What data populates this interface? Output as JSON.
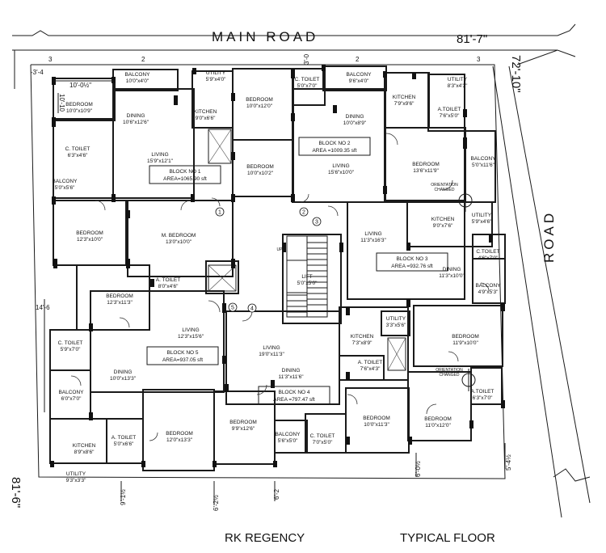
{
  "road_labels": {
    "main_road": "MAIN ROAD",
    "side_road": "ROAD"
  },
  "dimensions": {
    "top": "81'-7\"",
    "right": "72'-10\"",
    "left": "81'-6\"",
    "dim_3_4": "-3'-4",
    "dim_10_0": "10'-0½\"",
    "dim_10_v": "10'-10",
    "dim_14_6": "14'-6",
    "dim_9_1": "9'-1½",
    "dim_6_2a": "6'-2½",
    "dim_6_2b": "6'-2",
    "dim_6_0": "6'-0½",
    "dim_5_4": "5'-4½",
    "dim_3a": "3",
    "dim_2a": "2",
    "dim_3b": "3'-0",
    "dim_2b": "2",
    "dim_3c": "3"
  },
  "rooms": [
    {
      "name": "BALCONY",
      "dim": "10'0\"x4'0\""
    },
    {
      "name": "UTILITY",
      "dim": "5'9\"x4'0\""
    },
    {
      "name": "BEDROOM",
      "dim": "10'0\"x10'9\""
    },
    {
      "name": "DINING",
      "dim": "10'6\"x12'6\""
    },
    {
      "name": "KITCHEN",
      "dim": "9'0\"x6'6\""
    },
    {
      "name": "BEDROOM",
      "dim": "10'0\"x12'0\""
    },
    {
      "name": "C. TOILET",
      "dim": "5'0\"x7'0\""
    },
    {
      "name": "BALCONY",
      "dim": "9'6\"x4'0\""
    },
    {
      "name": "KITCHEN",
      "dim": "7'9\"x9'6\""
    },
    {
      "name": "UTILITY",
      "dim": "8'3\"x4'3\""
    },
    {
      "name": "A.TOILET",
      "dim": "7'6\"x5'0\""
    },
    {
      "name": "DINING",
      "dim": "10'0\"x8'9\""
    },
    {
      "name": "C. TOILET",
      "dim": "6'3\"x4'6\""
    },
    {
      "name": "LIVING",
      "dim": "15'9\"x12'1\""
    },
    {
      "name": "BEDROOM",
      "dim": "10'0\"x10'2\""
    },
    {
      "name": "LIVING",
      "dim": "15'6\"x10'0\""
    },
    {
      "name": "BEDROOM",
      "dim": "13'6\"x11'9\""
    },
    {
      "name": "BALCONY",
      "dim": "5'0\"x11'6\""
    },
    {
      "name": "BALCONY",
      "dim": "5'0\"x5'6\""
    },
    {
      "name": "BEDROOM",
      "dim": "12'3\"x10'0\""
    },
    {
      "name": "M. BEDROOM",
      "dim": "13'0\"x10'0\""
    },
    {
      "name": "KITCHEN",
      "dim": "9'0\"x7'6\""
    },
    {
      "name": "UTILITY",
      "dim": "5'9\"x4'6\""
    },
    {
      "name": "LIVING",
      "dim": "11'3\"x16'3\""
    },
    {
      "name": "C.TOILET",
      "dim": "4'6\"x7'0\""
    },
    {
      "name": "A. TOILET",
      "dim": "8'0\"x4'6\""
    },
    {
      "name": "LIFT",
      "dim": "5'0\"x5'0\""
    },
    {
      "name": "DINING",
      "dim": "11'3\"x10'0\""
    },
    {
      "name": "BALCONY",
      "dim": "4'9\"x5'3\""
    },
    {
      "name": "BEDROOM",
      "dim": "12'3\"x11'3\""
    },
    {
      "name": "LIVING",
      "dim": "12'3\"x15'6\""
    },
    {
      "name": "C. TOILET",
      "dim": "5'9\"x7'0\""
    },
    {
      "name": "UTILITY",
      "dim": "3'3\"x5'6\""
    },
    {
      "name": "LIVING",
      "dim": "19'0\"x11'3\""
    },
    {
      "name": "KITCHEN",
      "dim": "7'3\"x8'9\""
    },
    {
      "name": "BEDROOM",
      "dim": "11'9\"x10'0\""
    },
    {
      "name": "DINING",
      "dim": "10'0\"x13'3\""
    },
    {
      "name": "A. TOILET",
      "dim": "7'6\"x4'3\""
    },
    {
      "name": "DINING",
      "dim": "11'3\"x11'6\""
    },
    {
      "name": "BALCONY",
      "dim": "6'0\"x7'0\""
    },
    {
      "name": "A.TOILET",
      "dim": "6'3\"x7'0\""
    },
    {
      "name": "BEDROOM",
      "dim": "10'0\"x11'3\""
    },
    {
      "name": "BEDROOM",
      "dim": "11'0\"x12'0\""
    },
    {
      "name": "KITCHEN",
      "dim": "8'9\"x8'6\""
    },
    {
      "name": "A. TOILET",
      "dim": "5'0\"x6'6\""
    },
    {
      "name": "BEDROOM",
      "dim": "12'0\"x13'3\""
    },
    {
      "name": "BEDROOM",
      "dim": "9'9\"x12'6\""
    },
    {
      "name": "BALCONY",
      "dim": "5'6\"x5'0\""
    },
    {
      "name": "C. TOILET",
      "dim": "7'0\"x5'0\""
    },
    {
      "name": "UTILITY",
      "dim": "9'3\"x3'3\""
    }
  ],
  "blocks": [
    {
      "name": "BLOCK NO 1",
      "area": "AREA=1065.90 sft"
    },
    {
      "name": "BLOCK NO 2",
      "area": "AREA =1009.35 sft"
    },
    {
      "name": "BLOCK NO 3",
      "area": "AREA =932.76 sft"
    },
    {
      "name": "BLOCK NO 5",
      "area": "AREA=937.05 sft"
    },
    {
      "name": "BLOCK NO 4",
      "area": "AREA =797.47 sft"
    }
  ],
  "notes": {
    "orientation_1": "ORIENTATION",
    "orientation_1b": "CHANGED",
    "orientation_2": "ORIENTATION",
    "orientation_2b": "CHANGED",
    "up": "UP"
  },
  "markers": [
    "1",
    "2",
    "3",
    "4",
    "5"
  ],
  "captions": {
    "project": "RK REGENCY",
    "floor": "TYPICAL FLOOR"
  }
}
